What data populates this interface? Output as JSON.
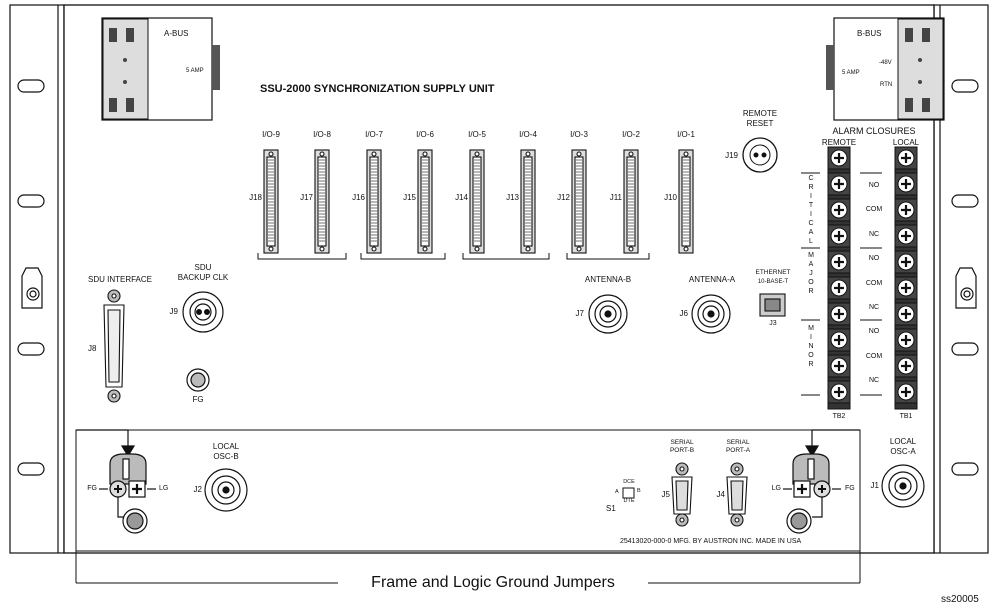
{
  "title": "SSU-2000 SYNCHRONIZATION SUPPLY UNIT",
  "power": {
    "a_bus": "A-BUS",
    "a_amp": "5 AMP",
    "b_bus": "B-BUS",
    "b_amp": "5 AMP",
    "b_v": "-48V",
    "b_rtn": "RTN"
  },
  "io": [
    {
      "label": "I/O-9",
      "jack": "J18"
    },
    {
      "label": "I/O-8",
      "jack": "J17"
    },
    {
      "label": "I/O-7",
      "jack": "J16"
    },
    {
      "label": "I/O-6",
      "jack": "J15"
    },
    {
      "label": "I/O-5",
      "jack": "J14"
    },
    {
      "label": "I/O-4",
      "jack": "J13"
    },
    {
      "label": "I/O-3",
      "jack": "J12"
    },
    {
      "label": "I/O-2",
      "jack": "J11"
    },
    {
      "label": "I/O-1",
      "jack": "J10"
    }
  ],
  "remote_reset": {
    "line1": "REMOTE",
    "line2": "RESET",
    "jack": "J19"
  },
  "alarm": {
    "title": "ALARM CLOSURES",
    "remote": "REMOTE",
    "local": "LOCAL",
    "groups": [
      "CRITICAL",
      "MAJOR",
      "MINOR"
    ],
    "contacts": [
      "NO",
      "COM",
      "NC",
      "NO",
      "COM",
      "NC",
      "NO",
      "COM",
      "NC"
    ],
    "tb_remote": "TB2",
    "tb_local": "TB1"
  },
  "sdu": {
    "interface": "SDU INTERFACE",
    "interface_jack": "J8",
    "backup_line1": "SDU",
    "backup_line2": "BACKUP CLK",
    "backup_jack": "J9",
    "fg": "FG"
  },
  "antenna_b": {
    "label": "ANTENNA-B",
    "jack": "J7"
  },
  "antenna_a": {
    "label": "ANTENNA-A",
    "jack": "J6"
  },
  "ethernet": {
    "line1": "ETHERNET",
    "line2": "10-BASE-T",
    "jack": "J3"
  },
  "osc_b": {
    "line1": "LOCAL",
    "line2": "OSC-B",
    "jack": "J2"
  },
  "osc_a": {
    "line1": "LOCAL",
    "line2": "OSC-A",
    "jack": "J1"
  },
  "jumper_left": {
    "fg": "FG",
    "lg": "LG"
  },
  "jumper_right": {
    "fg": "FG",
    "lg": "LG"
  },
  "serial_b": {
    "line1": "SERIAL",
    "line2": "PORT-B",
    "jack": "J5"
  },
  "serial_a": {
    "line1": "SERIAL",
    "line2": "PORT-A",
    "jack": "J4"
  },
  "switch": {
    "label": "S1",
    "dce": "DCE",
    "dte": "DTE",
    "a": "A",
    "b": "B"
  },
  "mfg": "25413020-000-0  MFG. BY AUSTRON INC. MADE IN USA",
  "callout": "Frame and Logic Ground Jumpers",
  "fig_id": "ss20005"
}
